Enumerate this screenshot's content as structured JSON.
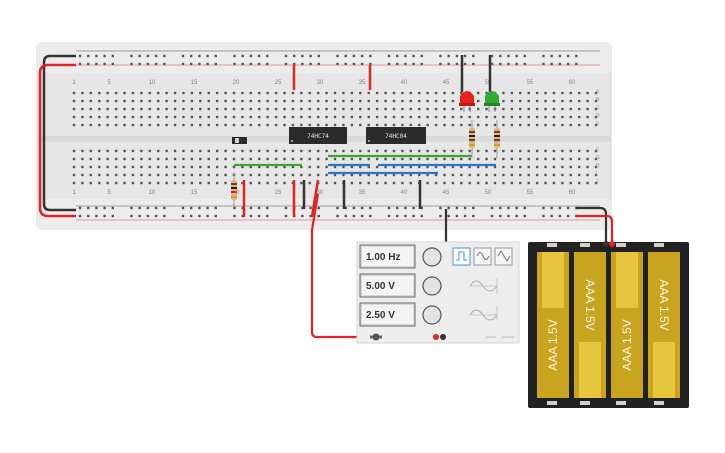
{
  "breadboard": {
    "top_numbers": [
      "1",
      "5",
      "10",
      "15",
      "20",
      "25",
      "30",
      "35",
      "40",
      "45",
      "50",
      "55",
      "60"
    ],
    "bottom_numbers": [
      "1",
      "5",
      "10",
      "15",
      "20",
      "25",
      "30",
      "35",
      "40",
      "45",
      "50",
      "55",
      "60"
    ],
    "row_letters_top": [
      "A",
      "B",
      "C",
      "D",
      "E"
    ],
    "row_letters_bottom": [
      "F",
      "G",
      "H",
      "I",
      "J"
    ]
  },
  "chips": {
    "left_label": "74HC74",
    "right_label": "74HC04"
  },
  "led_colors": {
    "red": "#e8231f",
    "green": "#2fa834"
  },
  "function_generator": {
    "frequency": "1.00 Hz",
    "amplitude": "5.00 V",
    "offset": "2.50 V",
    "waveforms": [
      "square-wave-icon",
      "sine-wave-icon",
      "triangle-wave-icon"
    ],
    "selected_waveform": "square"
  },
  "battery_pack": {
    "cells": [
      {
        "label": "AAA 1.5V",
        "orientation": "up"
      },
      {
        "label": "AAA 1.5V",
        "orientation": "down"
      },
      {
        "label": "AAA 1.5V",
        "orientation": "up"
      },
      {
        "label": "AAA 1.5V",
        "orientation": "down"
      }
    ]
  },
  "colors": {
    "board": "#e6e6e6",
    "wire_red": "#e02424",
    "wire_black": "#333333",
    "wire_green": "#3fa535",
    "wire_blue": "#2a74c9",
    "battery_yellow": "#c9a51f",
    "battery_case": "#222222"
  }
}
